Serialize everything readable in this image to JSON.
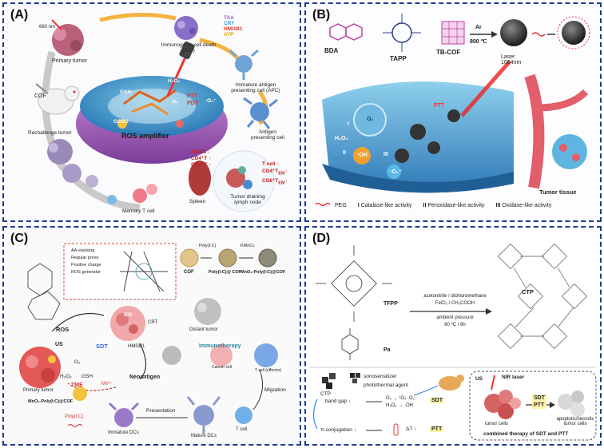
{
  "panelA": {
    "label": "(A)",
    "laser_660": "660 nm",
    "primary_tumor": "Primary tumor",
    "icd": "Immunogenic cell death\n(ICD)",
    "icd_line1": "Immunogenic cell death",
    "icd_line2": "(ICD)",
    "markers": [
      "TAA",
      "CRT",
      "HMGB1",
      "ATP"
    ],
    "marker_colors": [
      "#a05fc0",
      "#3a9ad9",
      "#e0392b",
      "#d4a017"
    ],
    "apc_line1": "Immature antigen",
    "apc_line2": "presenting cell (APC)",
    "cof": "COF",
    "gsh": "GSH",
    "h2o2": "H₂O₂",
    "o2": "O₂",
    "ptt": "PTT",
    "pdt": "PDT",
    "oh": "·O₂⁻",
    "gssg": "GSSG",
    "ros_amplifier": "ROS amplifier",
    "apc2_line1": "Antigen",
    "apc2_line2": "presenting cell",
    "rechallenge": "Rechallenge tumor",
    "mdsc": "MDSC",
    "cd4": "CD4⁺T",
    "cd8": "CD8⁺T",
    "tcell": "T cell",
    "cd4tem": "CD4⁺T",
    "cd8tem": "CD8⁺T",
    "em": "EM",
    "spleen": "Spleen",
    "tdln_line1": "Tumor draining",
    "tdln_line2": "lymph node",
    "memory_t": "Memory T cell"
  },
  "panelB": {
    "label": "(B)",
    "bda": "BDA",
    "tapp": "TAPP",
    "tbcof": "TB-COF",
    "ar": "Ar",
    "temp": "800 ℃",
    "laser_line1": "Laser",
    "laser_line2": "1064nm",
    "ptt": "PTT",
    "h2o2": "H₂O₂",
    "o2": "O₂",
    "oh": "·OH",
    "o2rad": "·O₂⁻",
    "roman": [
      "I",
      "II",
      "III"
    ],
    "tumor_tissue": "Tumor tissue",
    "legend": [
      {
        "sym": "PEG",
        "text": "PEG"
      },
      {
        "sym": "I",
        "text": "Catalase-like activity"
      },
      {
        "sym": "II",
        "text": "Peroxidase-like activity"
      },
      {
        "sym": "III",
        "text": "Oxidase-like activity"
      }
    ]
  },
  "panelC": {
    "label": "(C)",
    "props": [
      "AA-stacking",
      "Regular pores",
      "Positive charge",
      "ROS generator"
    ],
    "cof": "COF",
    "polyic": "Poly(I:C)",
    "polyic_cof": "Poly(I:C)@ COF",
    "kmno4": "KMnO₄",
    "mno2_cof": "MnO₂-Poly(I:C)@COF",
    "ros": "ROS",
    "sdt": "SDT",
    "icd": "ICD",
    "crt": "CRT",
    "hmgb1": "HMGB1",
    "distant_tumor": "Distant tumor",
    "us": "US",
    "o2": "O₂",
    "h2o2": "H₂O₂",
    "gsh": "GSH",
    "mn": "Mn²⁺",
    "tme": "TME",
    "neoantigen": "Neoantigen",
    "immunotherapy": "Immunotherapy",
    "cancer_cell": "Cancer cell",
    "tcell_eff": "T cell (effector)",
    "primary_tumor": "Primary tumor",
    "mno2_cof2": "MnO₂-Poly(I:C)@COF",
    "polyic2": "Poly(I:C)",
    "presentation": "Presentation",
    "migration": "Migration",
    "immature_dcs": "Immature DCs",
    "mature_dcs": "Mature DCs",
    "tcell": "T cell"
  },
  "panelD": {
    "label": "(D)",
    "tfpp": "TFPP",
    "pa": "Pa",
    "cond1": "acetonitrile / dichloromethane",
    "cond2": "FeCl₃ / CH₃COOH",
    "cond3": "ambient pressure",
    "cond4": "60 ºC / 6h",
    "ctp": "CTP",
    "ctp2": "CTP",
    "sonosensitizer": "sonosensitizer",
    "photothermal": "photothermal agent",
    "us": "US",
    "nir": "NIR laser",
    "band_gap": "band gap",
    "pi_conj": "π-conjugation",
    "o2": "O₂",
    "o2rad": "·O₂⁻",
    "h2o2": "H₂O₂",
    "oh": "·OH",
    "o1": "¹O₂",
    "dt": "ΔT",
    "sdt": "SDT",
    "ptt": "PTT",
    "sdt2": "SDT",
    "ptt2": "PTT",
    "tumor_cells": "tumor cells",
    "apoptotic_line1": "apoptotic/necrotic",
    "apoptotic_line2": "tumor cells",
    "combined": "combined therapy of SDT and PTT"
  }
}
